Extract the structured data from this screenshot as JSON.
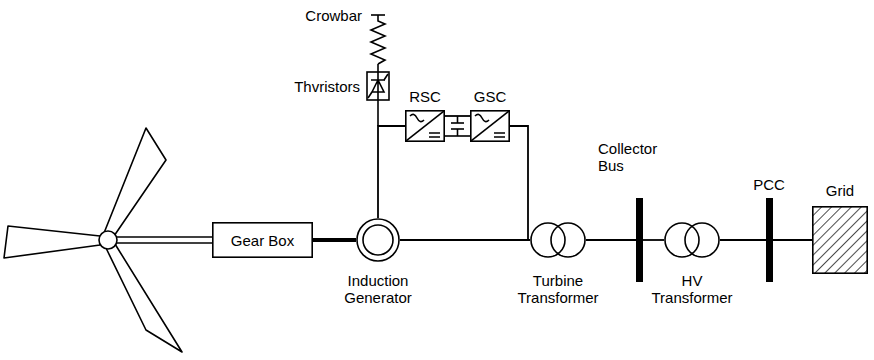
{
  "diagram": {
    "nodes": [
      {
        "text": [
          "Gear Box"
        ]
      },
      {
        "text": [
          "Induction Generator"
        ]
      },
      {
        "text": [
          "RSC"
        ]
      },
      {
        "text": [
          "GSC"
        ]
      },
      {
        "text": [
          "Turbine Transformer"
        ]
      },
      {
        "text": [
          "Collector Bus"
        ]
      },
      {
        "text": [
          "HV Transformer"
        ]
      },
      {
        "text": [
          "PCC"
        ]
      },
      {
        "text": [
          "Grid"
        ]
      }
    ],
    "edges": [
      {
        "from": 0,
        "to": 1,
        "arrow": "none"
      },
      {
        "from": 1,
        "to": 2,
        "arrow": "none"
      },
      {
        "from": 2,
        "to": 3,
        "arrow": "none"
      },
      {
        "from": 1,
        "to": 4,
        "arrow": "none"
      },
      {
        "from": 3,
        "to": 4,
        "arrow": "none"
      },
      {
        "from": 4,
        "to": 5,
        "arrow": "none"
      },
      {
        "from": 5,
        "to": 6,
        "arrow": "none"
      },
      {
        "from": 6,
        "to": 7,
        "arrow": "none"
      },
      {
        "from": 7,
        "to": 8,
        "arrow": "none"
      }
    ],
    "labels": [
      "Crowbar",
      "Thvristors"
    ]
  }
}
